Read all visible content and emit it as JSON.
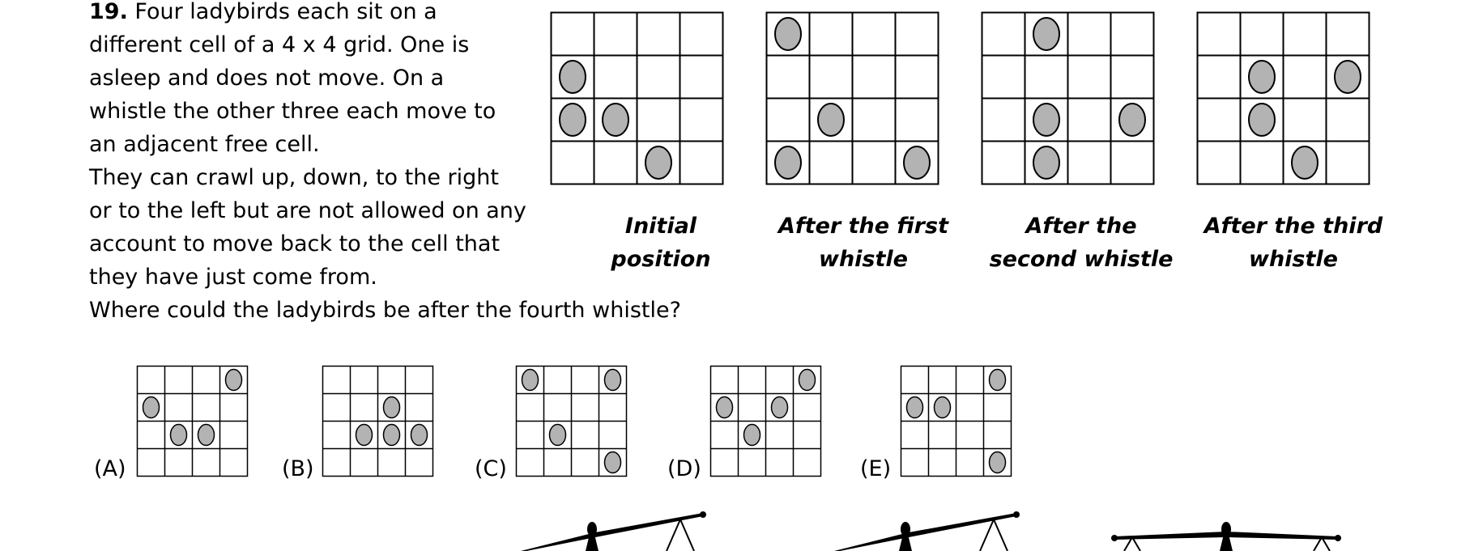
{
  "question": {
    "number": "19.",
    "lines": [
      " Four ladybirds each sit on a",
      "different cell of a 4 x 4 grid. One is",
      "asleep and does not move. On a",
      "whistle the other three each move to",
      "an adjacent free cell.",
      "They can crawl up, down, to the right",
      "or to the left but are not allowed on any",
      "account to move back to the cell that",
      "they have just come from.",
      "Where could the ladybirds be after the fourth whistle?"
    ]
  },
  "stages": [
    {
      "caption": [
        "Initial",
        "position"
      ],
      "ladybirds": [
        [
          1,
          0
        ],
        [
          2,
          0
        ],
        [
          2,
          1
        ],
        [
          3,
          2
        ]
      ]
    },
    {
      "caption": [
        "After the first",
        "whistle"
      ],
      "ladybirds": [
        [
          0,
          0
        ],
        [
          2,
          1
        ],
        [
          3,
          0
        ],
        [
          3,
          3
        ]
      ]
    },
    {
      "caption": [
        "After the",
        "second whistle"
      ],
      "ladybirds": [
        [
          0,
          1
        ],
        [
          2,
          1
        ],
        [
          2,
          3
        ],
        [
          3,
          1
        ]
      ]
    },
    {
      "caption": [
        "After the third",
        "whistle"
      ],
      "ladybirds": [
        [
          1,
          1
        ],
        [
          1,
          3
        ],
        [
          2,
          1
        ],
        [
          3,
          2
        ]
      ]
    }
  ],
  "options": [
    {
      "label": "(A)",
      "ladybirds": [
        [
          0,
          3
        ],
        [
          1,
          0
        ],
        [
          2,
          1
        ],
        [
          2,
          2
        ]
      ]
    },
    {
      "label": "(B)",
      "ladybirds": [
        [
          1,
          2
        ],
        [
          2,
          1
        ],
        [
          2,
          2
        ],
        [
          2,
          3
        ]
      ]
    },
    {
      "label": "(C)",
      "ladybirds": [
        [
          0,
          0
        ],
        [
          0,
          3
        ],
        [
          2,
          1
        ],
        [
          3,
          3
        ]
      ]
    },
    {
      "label": "(D)",
      "ladybirds": [
        [
          0,
          3
        ],
        [
          1,
          0
        ],
        [
          1,
          2
        ],
        [
          2,
          1
        ]
      ]
    },
    {
      "label": "(E)",
      "ladybirds": [
        [
          0,
          3
        ],
        [
          1,
          0
        ],
        [
          1,
          1
        ],
        [
          3,
          3
        ]
      ]
    }
  ],
  "colors": {
    "ladybird_fill": "#b3b3b3",
    "grid_line": "#000000"
  }
}
